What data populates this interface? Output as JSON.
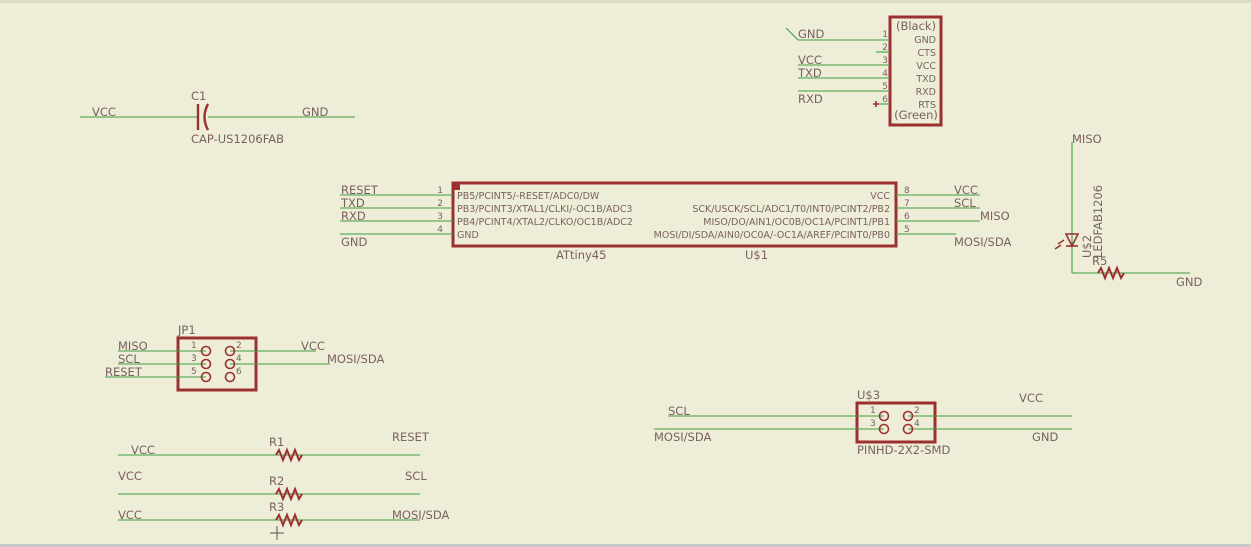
{
  "ftdi": {
    "ref": "",
    "top_label": "(Black)",
    "bottom_label": "(Green)",
    "pins": [
      {
        "num": "1",
        "name": "GND",
        "net": "GND"
      },
      {
        "num": "2",
        "name": "CTS",
        "net": ""
      },
      {
        "num": "3",
        "name": "VCC",
        "net": "VCC"
      },
      {
        "num": "4",
        "name": "TXD",
        "net": "TXD"
      },
      {
        "num": "5",
        "name": "RXD",
        "net": ""
      },
      {
        "num": "6",
        "name": "RTS",
        "net": "RXD"
      }
    ]
  },
  "cap": {
    "ref": "C1",
    "value": "CAP-US1206FAB",
    "net_left": "VCC",
    "net_right": "GND"
  },
  "mcu": {
    "ref": "U$1",
    "value": "ATtiny45",
    "left_pins": [
      {
        "num": "1",
        "name": "PB5/PCINT5/-RESET/ADC0/DW",
        "net": "RESET"
      },
      {
        "num": "2",
        "name": "PB3/PCINT3/XTAL1/CLKI/-OC1B/ADC3",
        "net": "TXD"
      },
      {
        "num": "3",
        "name": "PB4/PCINT4/XTAL2/CLKO/OC1B/ADC2",
        "net": "RXD"
      },
      {
        "num": "4",
        "name": "GND",
        "net": "GND"
      }
    ],
    "right_pins": [
      {
        "num": "8",
        "name": "VCC",
        "net": "VCC"
      },
      {
        "num": "7",
        "name": "SCK/USCK/SCL/ADC1/T0/INT0/PCINT2/PB2",
        "net": "SCL"
      },
      {
        "num": "6",
        "name": "MISO/DO/AIN1/OC0B/OC1A/PCINT1/PB1",
        "net": "MISO"
      },
      {
        "num": "5",
        "name": "MOSI/DI/SDA/AIN0/OC0A/-OC1A/AREF/PCINT0/PB0",
        "net": "MOSI/SDA"
      }
    ]
  },
  "led": {
    "ref": "U$2",
    "value": "LEDFAB1206",
    "net_top": "MISO",
    "resistor_ref": "R5",
    "net_right": "GND"
  },
  "isp": {
    "ref": "JP1",
    "left": [
      {
        "net": "MISO",
        "num": "1"
      },
      {
        "net": "SCL",
        "num": "3"
      },
      {
        "net": "RESET",
        "num": "5"
      }
    ],
    "right": [
      {
        "num": "2",
        "net": "VCC"
      },
      {
        "num": "4",
        "net": "MOSI/SDA"
      },
      {
        "num": "6",
        "net": ""
      }
    ]
  },
  "header": {
    "ref": "U$3",
    "value": "PINHD-2X2-SMD",
    "left": [
      {
        "net": "SCL",
        "num": "1"
      },
      {
        "net": "MOSI/SDA",
        "num": "3"
      }
    ],
    "right": [
      {
        "num": "2",
        "net": "VCC"
      },
      {
        "num": "4",
        "net": "GND"
      }
    ]
  },
  "resistors": [
    {
      "ref": "R1",
      "net_left": "VCC",
      "net_right": "RESET"
    },
    {
      "ref": "R2",
      "net_left": "VCC",
      "net_right": "SCL"
    },
    {
      "ref": "R3",
      "net_left": "VCC",
      "net_right": "MOSI/SDA"
    }
  ],
  "colors": {
    "background": "#eeeed8",
    "wire": "#3f9e3f",
    "part": "#9c3030",
    "text": "#7a6060"
  }
}
